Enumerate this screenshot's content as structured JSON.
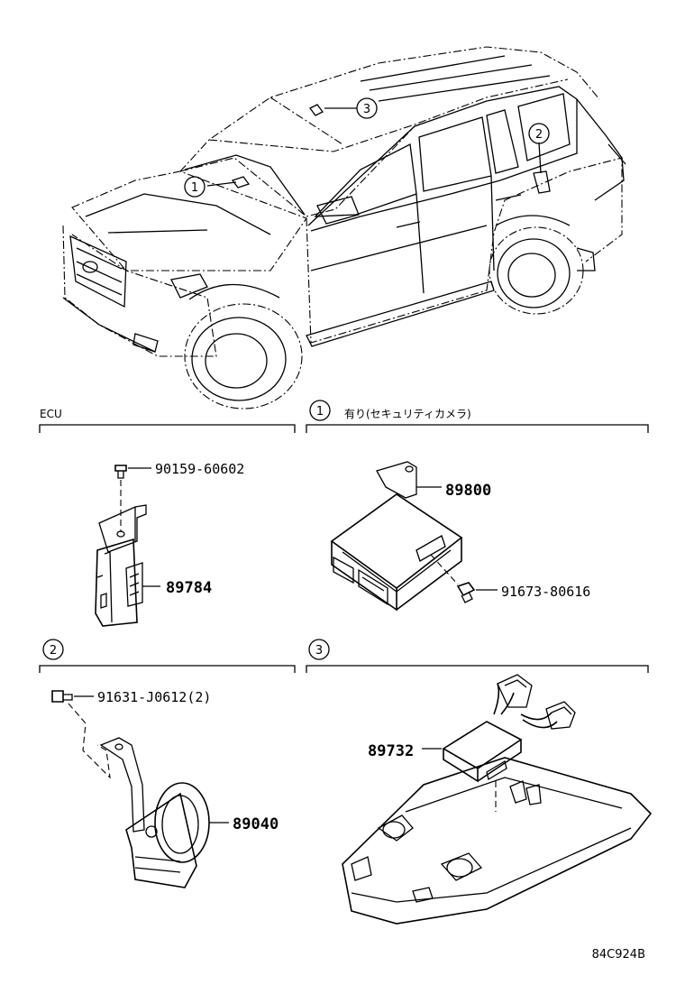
{
  "sections": [
    {
      "id": "ecu",
      "callout": "",
      "label": "ECU"
    },
    {
      "id": "s1",
      "callout": "1",
      "label": "有り(セキュリティカメラ)"
    },
    {
      "id": "s2",
      "callout": "2",
      "label": ""
    },
    {
      "id": "s3",
      "callout": "3",
      "label": ""
    }
  ],
  "vehicle_callouts": [
    "1",
    "2",
    "3"
  ],
  "parts": {
    "bolt_ecu": "90159-60602",
    "ecu_module": "89784",
    "camera_module": "89800",
    "bolt_camera": "91673-80616",
    "bolt_horn": "91631-J0612(2)",
    "horn": "89040",
    "roof_module": "89732"
  },
  "diagram_code": "84C924B"
}
